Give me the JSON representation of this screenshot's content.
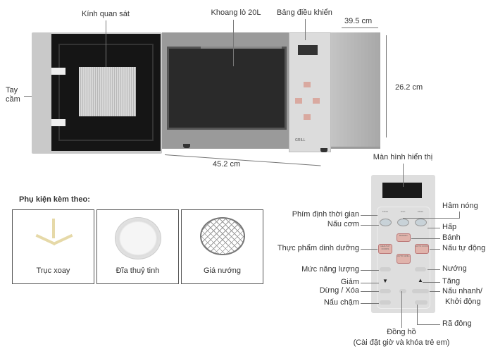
{
  "microwave_labels": {
    "viewing_window": "Kính quan sát",
    "cavity": "Khoang lò 20L",
    "control_panel": "Bảng điều khiển",
    "depth": "39.5 cm",
    "height": "26.2 cm",
    "width": "45.2 cm",
    "handle_line1": "Tay",
    "handle_line2": "cầm",
    "brand_mark": "GRILL"
  },
  "accessories": {
    "title": "Phụ kiện kèm theo:",
    "items": [
      {
        "label": "Trục xoay"
      },
      {
        "label": "Đĩa thuỷ tinh"
      },
      {
        "label": "Giá nướng"
      }
    ]
  },
  "panel_labels": {
    "display": "Màn hình hiển thị",
    "reheat": "Hâm nóng",
    "timer_keys": "Phím định thời gian",
    "rice": "Nấu cơm",
    "steam": "Hấp",
    "bake": "Bánh",
    "healthy_food": "Thực phẩm dinh dưỡng",
    "auto_cook": "Nấu tự động",
    "power_level": "Mức năng lượng",
    "grill": "Nướng",
    "decrease": "Giảm",
    "increase": "Tăng",
    "stop_clear": "Dừng / Xóa",
    "quick_start_1": "Nấu nhanh/",
    "quick_start_2": "Khởi động",
    "slow_cook": "Nấu chậm",
    "defrost": "Rã đông",
    "clock": "Đồng hồ",
    "clock_note": "(Cài đặt giờ và khóa trẻ em)"
  },
  "panel_keys": {
    "t10min": "10min",
    "t1min": "1min",
    "t10sec": "10sec",
    "healthy": "HEALTHY FOODS",
    "auto": "AUTO COOK",
    "bakery": "BAKERY",
    "autogrill": "AUTO GRILL"
  }
}
